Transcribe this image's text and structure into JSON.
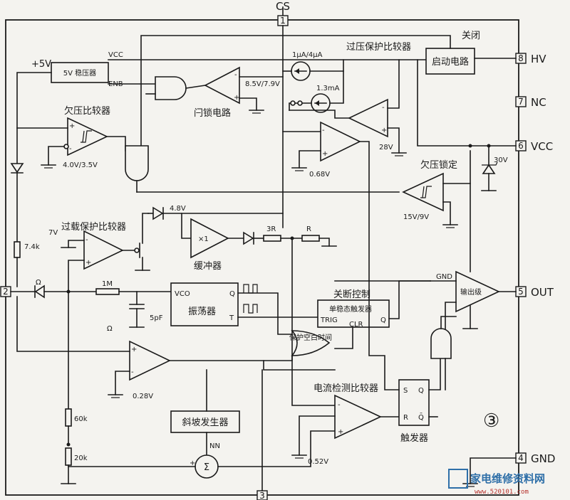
{
  "pins": {
    "cs": {
      "num": "1",
      "name": "CS"
    },
    "hv": {
      "num": "8",
      "name": "HV"
    },
    "nc": {
      "num": "7",
      "name": "NC"
    },
    "vcc": {
      "num": "6",
      "name": "VCC"
    },
    "out": {
      "num": "5",
      "name": "OUT"
    },
    "gnd": {
      "num": "4",
      "name": "GND"
    },
    "p2": {
      "num": "2"
    },
    "p3": {
      "num": "3"
    }
  },
  "blocks": {
    "regulator": "5V 稳压器",
    "startup": "启动电路",
    "oscillator": "振荡器",
    "one_shot": "单稳态触发器",
    "ramp": "斜坡发生器",
    "flipflop": "触发器",
    "buffer_gain": "×1",
    "buffer": "缓冲器",
    "output_stage": "输出级",
    "summer": "Σ"
  },
  "labels": {
    "plus5v": "+5V",
    "vcc_rail": "VCC",
    "enb": "ENB",
    "uvlo_comp": "欠压比较器",
    "latch": "闩锁电路",
    "ovp_comp": "过压保护比较器",
    "close": "关闭",
    "uv_lockout": "欠压锁定",
    "olp_comp": "过载保护比较器",
    "shutdown_ctrl": "关断控制",
    "protect_blank": "保护空白时间",
    "cs_comp": "电流检测比较器",
    "gnd_small": "GND",
    "circle_num": "③",
    "vco": "VCO",
    "q": "Q",
    "t": "T",
    "trig": "TRIG",
    "clr": "CLR",
    "s": "S",
    "r": "R",
    "qbar": "Q̄",
    "omega1": "Ω",
    "omega2": "Ω",
    "volt_7v": "7V",
    "ramp_wave": "NN"
  },
  "values": {
    "i_src": "1μA/4μA",
    "i_1p3": "1.3mA",
    "v_8p5": "8.5V/7.9V",
    "v_4p0": "4.0V/3.5V",
    "v_0p68": "0.68V",
    "v_28": "28V",
    "v_30": "30V",
    "v_15": "15V/9V",
    "v_4p8": "4.8V",
    "r_3r": "3R",
    "r_r": "R",
    "r_7p4k": "7.4k",
    "r_1m": "1M",
    "c_5pf": "5pF",
    "v_0p28": "0.28V",
    "v_0p52": "0.52V",
    "r_60k": "60k",
    "r_20k": "20k"
  },
  "watermark": {
    "text": "家电维修资料网",
    "url": "www.520101.com"
  }
}
